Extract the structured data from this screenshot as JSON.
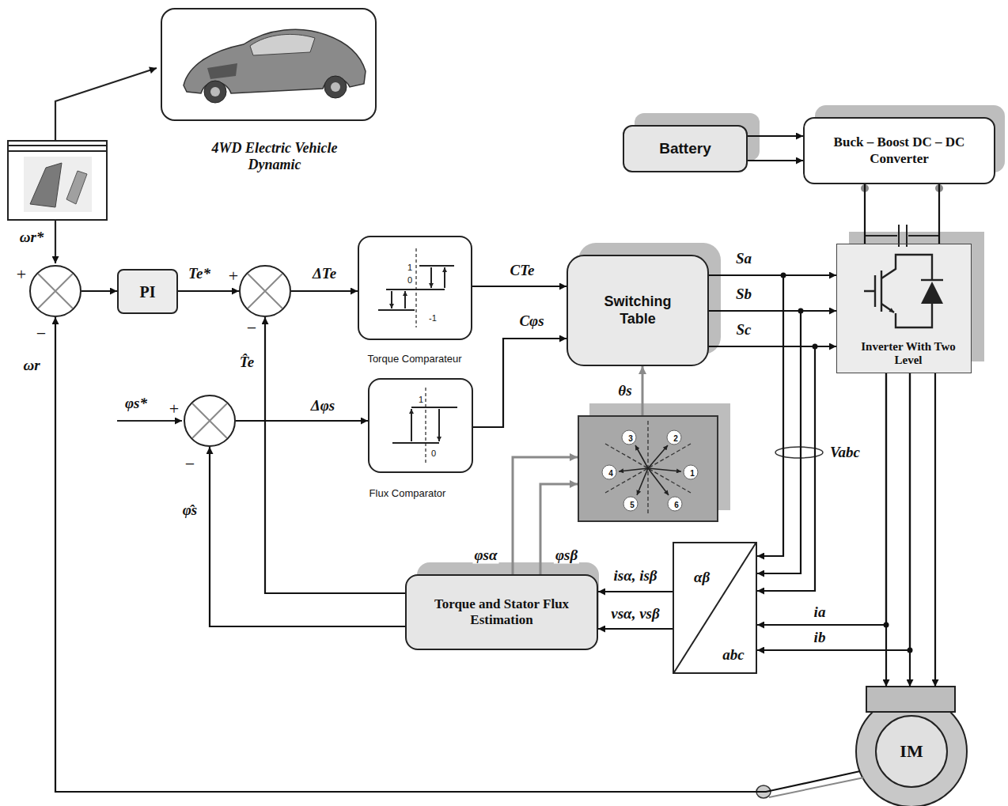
{
  "diagram": {
    "nodes": [
      {
        "text": [
          "4WD Electric Vehicle Dynamic"
        ]
      },
      {
        "text": [
          "+",
          "−"
        ]
      },
      {
        "text": [
          "PI"
        ]
      },
      {
        "text": [
          "+",
          "−"
        ]
      },
      {
        "text": [
          "1",
          "0",
          "-1",
          "Torque Comparateur"
        ]
      },
      {
        "text": [
          "1",
          "0",
          "Flux Comparator"
        ]
      },
      {
        "text": [
          "+",
          "−"
        ]
      },
      {
        "text": [
          "Switching Table"
        ]
      },
      {
        "text": [
          "3",
          "2",
          "4",
          "1",
          "5",
          "6"
        ]
      },
      {
        "text": [
          "Battery"
        ]
      },
      {
        "text": [
          "Buck – Boost DC – DC Converter"
        ]
      },
      {
        "text": [
          "Inverter With Two Level"
        ]
      },
      {
        "text": [
          "αβ",
          "abc"
        ]
      },
      {
        "text": [
          "Torque and Stator Flux Estimation"
        ]
      },
      {
        "text": [
          "IM"
        ]
      }
    ],
    "edges": [
      {
        "from": 1,
        "to": 2,
        "arrow": "to"
      },
      {
        "from": 2,
        "to": 3,
        "label": "Te*",
        "arrow": "to"
      },
      {
        "from": 3,
        "to": 4,
        "label": "ΔTe",
        "arrow": "to"
      },
      {
        "from": 4,
        "to": 7,
        "label": "CTe",
        "arrow": "to"
      },
      {
        "from": 6,
        "to": 5,
        "label": "Δφs",
        "arrow": "to"
      },
      {
        "from": 5,
        "to": 7,
        "label": "Cφs",
        "arrow": "to"
      },
      {
        "from": 8,
        "to": 7,
        "label": "θs",
        "arrow": "to"
      },
      {
        "from": 7,
        "to": 11,
        "label": "Sa",
        "arrow": "to"
      },
      {
        "from": 7,
        "to": 11,
        "label": "Sb",
        "arrow": "to"
      },
      {
        "from": 7,
        "to": 11,
        "label": "Sc",
        "arrow": "to"
      },
      {
        "from": 7,
        "to": 12,
        "arrow": "to"
      },
      {
        "from": 7,
        "to": 12,
        "arrow": "to"
      },
      {
        "from": 7,
        "to": 12,
        "arrow": "to"
      },
      {
        "from": 9,
        "to": 10,
        "arrow": "to"
      },
      {
        "from": 9,
        "to": 10,
        "arrow": "to"
      },
      {
        "from": 10,
        "to": 11,
        "arrow": "none"
      },
      {
        "from": 10,
        "to": 11,
        "arrow": "none"
      },
      {
        "from": 11,
        "to": 14,
        "arrow": "to"
      },
      {
        "from": 11,
        "to": 14,
        "arrow": "to"
      },
      {
        "from": 11,
        "to": 14,
        "arrow": "to"
      },
      {
        "from": 11,
        "to": 12,
        "label": "ia",
        "arrow": "to"
      },
      {
        "from": 11,
        "to": 12,
        "label": "ib",
        "arrow": "to"
      },
      {
        "from": 12,
        "to": 13,
        "label": "isα, isβ",
        "arrow": "to"
      },
      {
        "from": 12,
        "to": 13,
        "label": "vsα, vsβ",
        "arrow": "to"
      },
      {
        "from": 13,
        "to": 8,
        "label": "φsα",
        "arrow": "to"
      },
      {
        "from": 13,
        "to": 8,
        "label": "φsβ",
        "arrow": "to"
      },
      {
        "from": 13,
        "to": 3,
        "label": "T̂e",
        "arrow": "to"
      },
      {
        "from": 13,
        "to": 6,
        "label": "φ̂s",
        "arrow": "to"
      },
      {
        "from": 14,
        "to": 1,
        "label": "ωr",
        "arrow": "to"
      }
    ],
    "labels": [
      "ωr*",
      "φs*",
      "Vabc"
    ]
  }
}
